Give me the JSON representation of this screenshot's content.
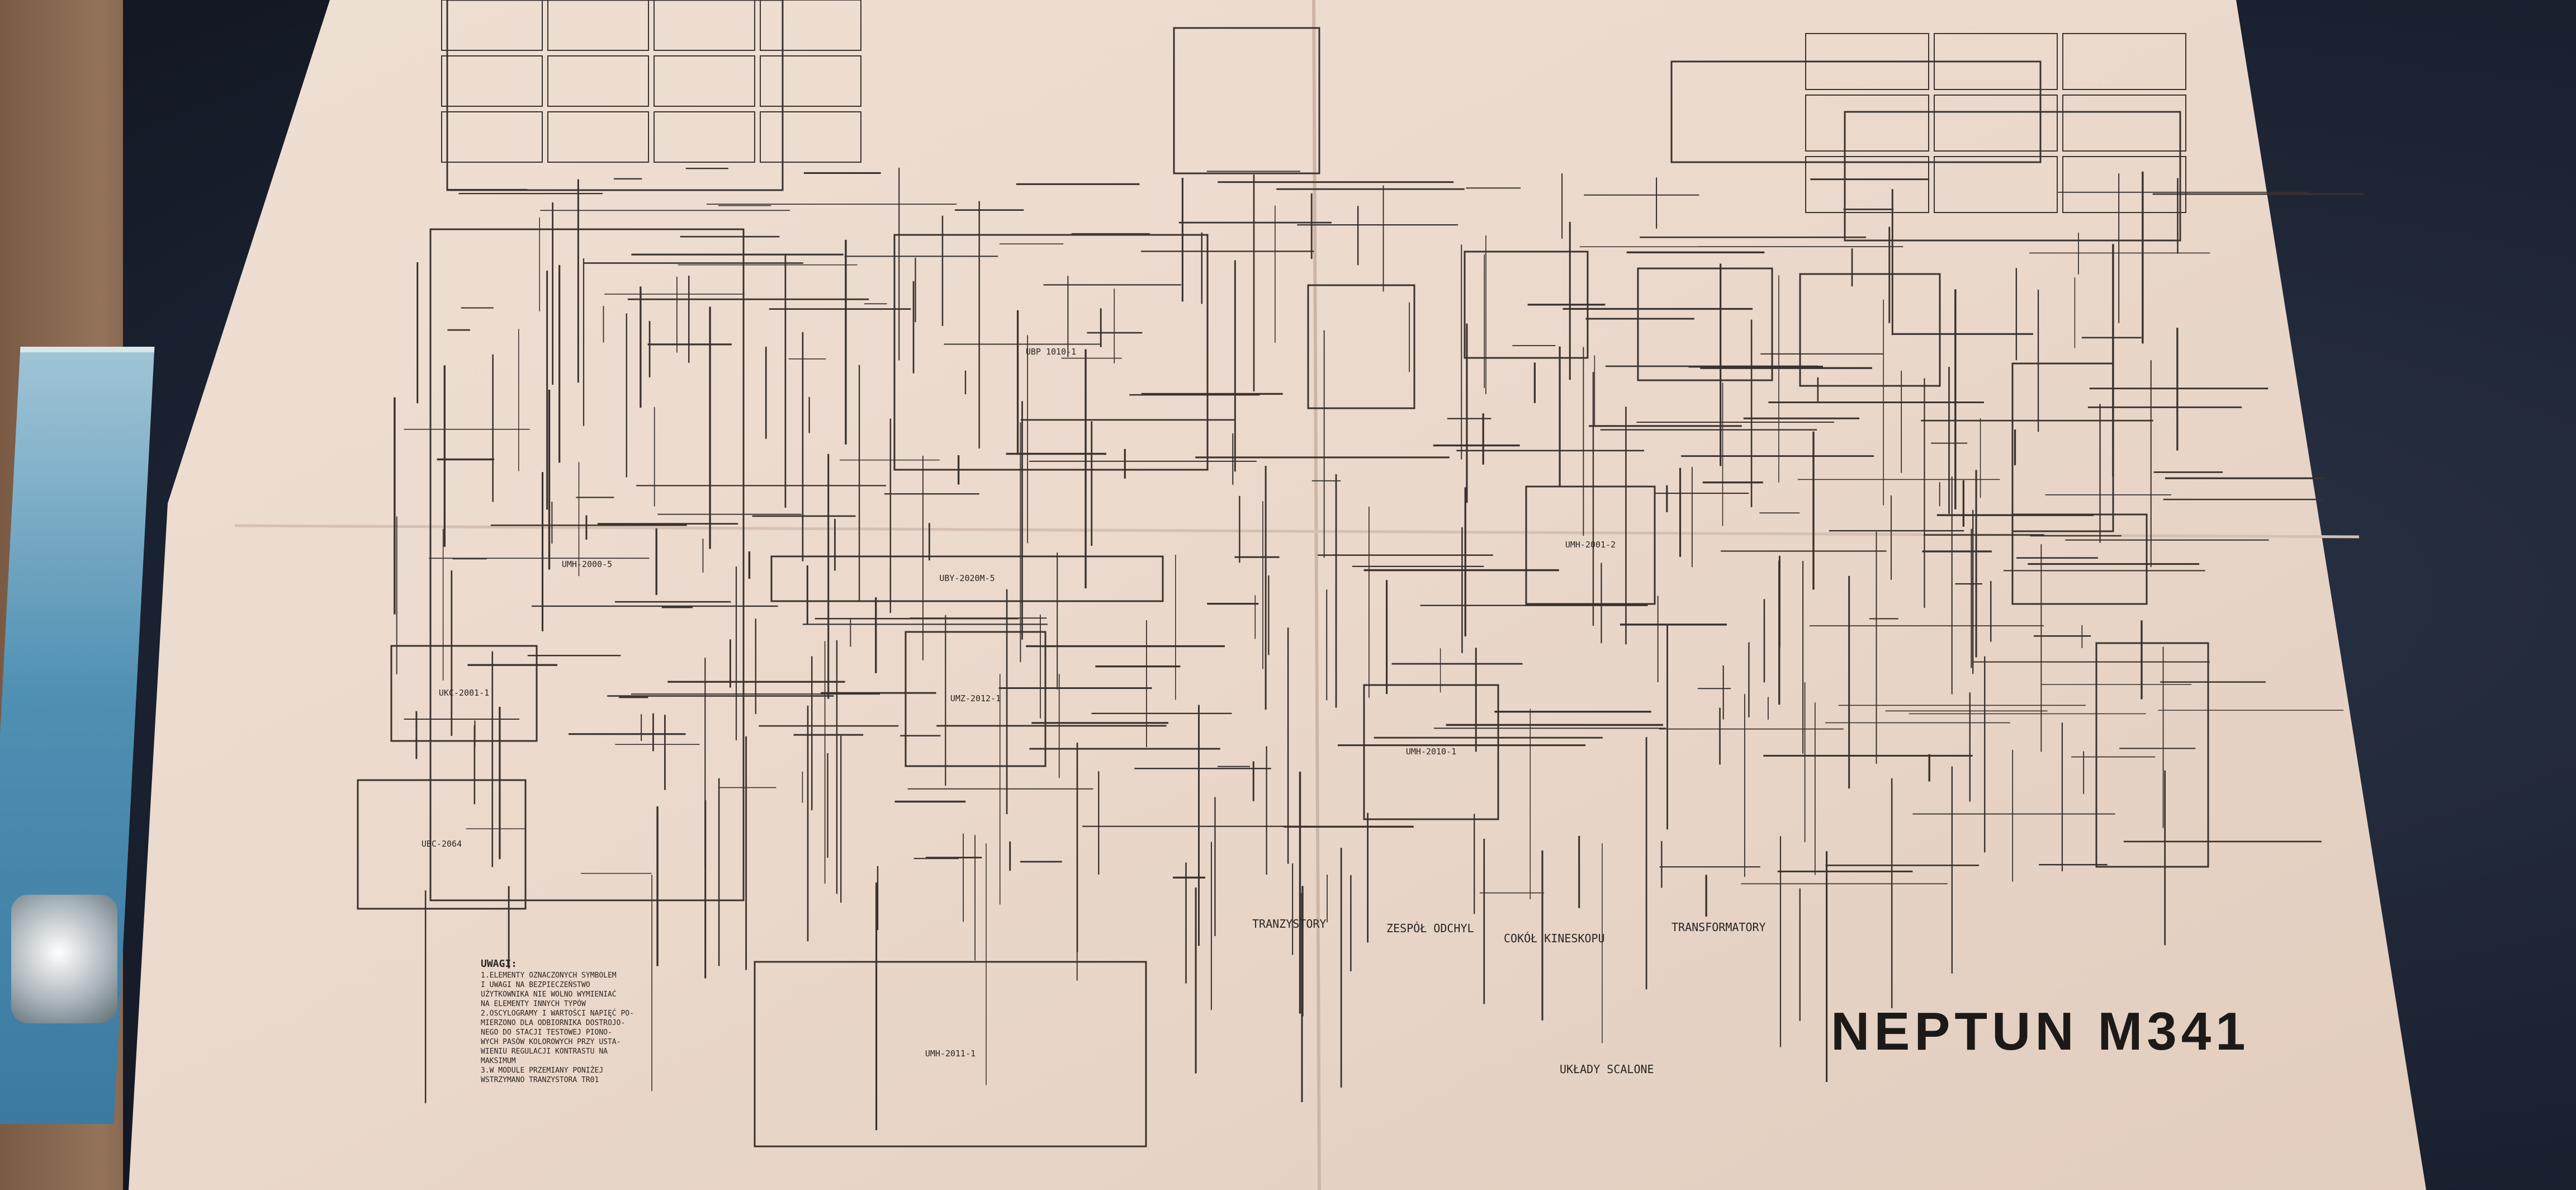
{
  "colors": {
    "paper": "#ecdcd0",
    "paper_shade": "#ddc9bb",
    "ink": "#2a2624",
    "fabric": "#1f2838",
    "table": "#8a6a52",
    "brochure": "#5a9ab8"
  },
  "title": "NEPTUN M341",
  "schematic": {
    "modules": [
      {
        "label": "UMH-2000-5"
      },
      {
        "label": "UBP 1010-1"
      },
      {
        "label": "UBY-2020M-5"
      },
      {
        "label": "UKC-2001-1"
      },
      {
        "label": "UBC-2064"
      },
      {
        "label": "UMZ-2012-1"
      },
      {
        "label": "UMH-2010-1"
      },
      {
        "label": "UMH-2001-2"
      },
      {
        "label": "UMH-2011-1"
      }
    ],
    "legend_headers": {
      "transistors": "TRANZYSTORY",
      "deflection": "ZESPÓŁ ODCHYL",
      "tube_socket": "COKÓŁ KINESKOPU",
      "transformers": "TRANSFORMATORY",
      "ics": "UKŁADY SCALONE"
    },
    "notes": {
      "heading": "UWAGI:",
      "lines": [
        "1.ELEMENTY OZNACZONYCH SYMBOLEM",
        "I UWAGI NA BEZPIECZEŃSTWO",
        "UŻYTKOWNIKA NIE WOLNO WYMIENIAĆ",
        "NA ELEMENTY INNYCH TYPÓW",
        "2.OSCYLOGRAMY I WARTOŚCI NAPIĘĆ PO-",
        "MIERZONO DLA ODBIORNIKA DOSTROJO-",
        "NEGO DO STACJI TESTOWEJ PIONO-",
        "WYCH PASÓW KOLOROWYCH PRZY USTA-",
        "WIENIU REGULACJI KONTRASTU NA",
        "MAKSIMUM",
        "3.W MODULE PRZEMIANY PONIŻEJ",
        "WSTRZYMANO TRANZYSTORA TR01"
      ]
    }
  }
}
